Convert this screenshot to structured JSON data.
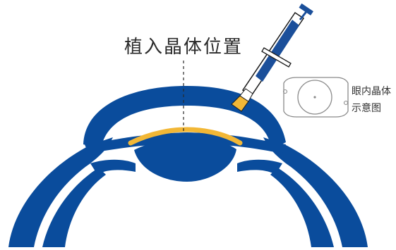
{
  "labels": {
    "placement": "植入晶体位置",
    "schematic_line1": "眼内晶体",
    "schematic_line2": "示意图"
  },
  "colors": {
    "eye_blue": "#0A4C9C",
    "lens_gold": "#F2B736",
    "syringe_blue": "#1B4F9A",
    "outline_gray": "#8a8a8a",
    "text": "#2a2a2a"
  },
  "icons": {
    "syringe": "syringe-icon",
    "lens_schematic": "intraocular-lens-icon"
  }
}
